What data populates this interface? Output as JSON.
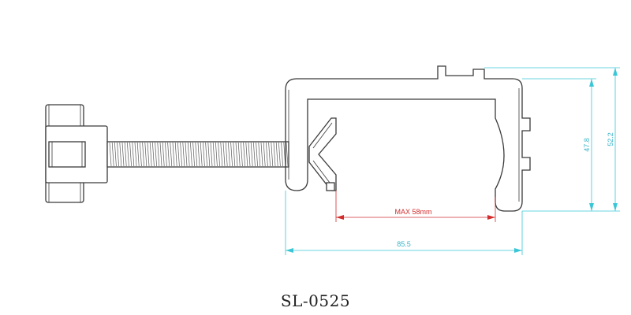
{
  "model_code": "SL-0525",
  "dimensions": {
    "width_overall": "85.5",
    "max_opening": "MAX 58mm",
    "inner_height": "47.8",
    "outer_height": "52.2"
  },
  "colors": {
    "outline": "#3a3a3a",
    "dimension_cyan": "#39c6d6",
    "dimension_red": "#d22c2c"
  }
}
